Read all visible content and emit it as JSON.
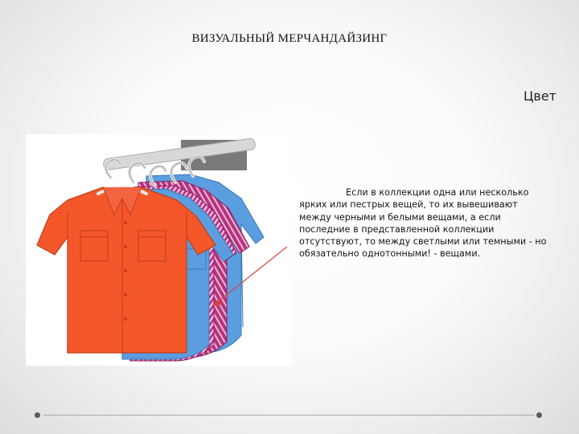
{
  "slide": {
    "title": "ВИЗУАЛЬНЫЙ МЕРЧАНДАЙЗИНГ",
    "subtitle": "Цвет",
    "body": "Если в коллекции одна или несколько ярких или пестрых вещей, то их вывешивают между черными и белыми вещами, а если последние в представленной коллекции отсутствуют, то между светлыми или темными - но обязательно однотонными! - вещами."
  },
  "illustration": {
    "subject": "shirts-on-hangers",
    "colors": {
      "orange": "#f4572a",
      "blue": "#5b9ee0",
      "pink": "#c2378a",
      "rack": "#7a7a7a",
      "hanger": "#e8e8e8",
      "arrow": "#d64545"
    }
  }
}
